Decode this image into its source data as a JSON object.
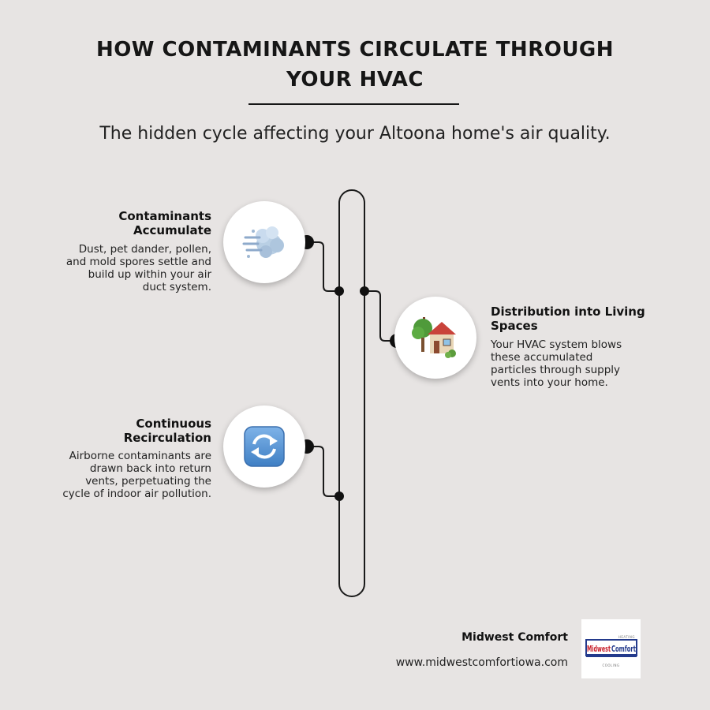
{
  "title": "HOW CONTAMINANTS CIRCULATE THROUGH YOUR HVAC",
  "subtitle": "The hidden cycle affecting your Altoona home's air quality.",
  "steps": [
    {
      "title_line1": "Contaminants",
      "title_line2": "Accumulate",
      "text": [
        "Dust, pet dander, pollen,",
        "and mold spores settle and",
        "build up within your air",
        "duct system."
      ],
      "icon": "dust-cloud-icon"
    },
    {
      "title_line1": "Distribution into Living",
      "title_line2": "Spaces",
      "text": [
        "Your HVAC system blows",
        "these accumulated",
        "particles through supply",
        "vents into your home."
      ],
      "icon": "house-icon"
    },
    {
      "title_line1": "Continuous",
      "title_line2": "Recirculation",
      "text": [
        "Airborne contaminants are",
        "drawn back into return",
        "vents, perpetuating the",
        "cycle of indoor air pollution."
      ],
      "icon": "recycle-arrows-icon"
    }
  ],
  "brand": {
    "name": "Midwest Comfort",
    "url": "www.midwestcomfortiowa.com",
    "logo_text": "MidwestComfort",
    "logo_top": "HEATING",
    "logo_bottom": "COOLING"
  },
  "colors": {
    "background": "#e7e4e3",
    "line": "#1a1a1a",
    "logo_red": "#c8202b",
    "logo_blue": "#233a8c"
  }
}
